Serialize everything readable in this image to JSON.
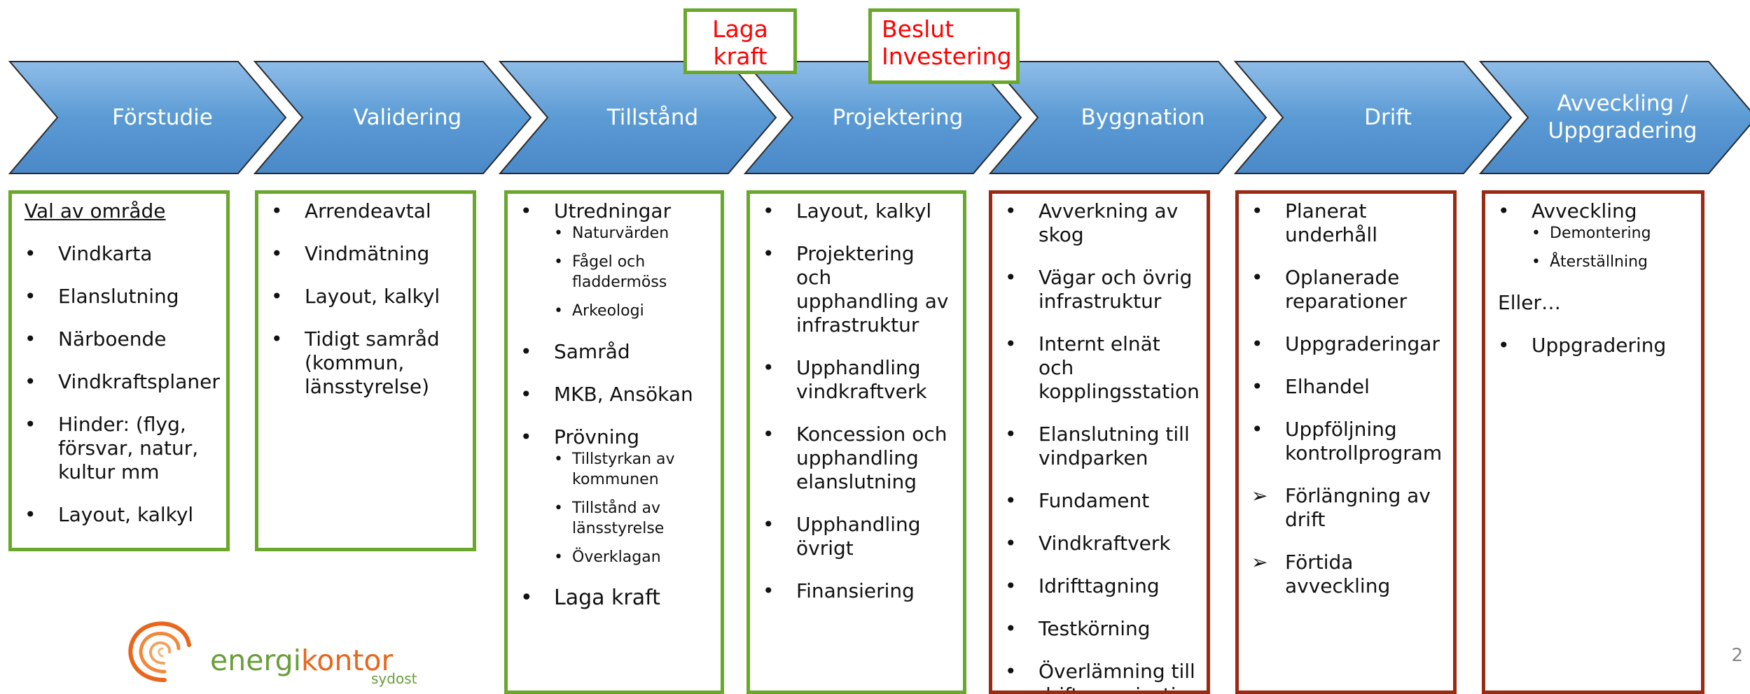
{
  "milestones": [
    {
      "line1": "Laga",
      "line2": "kraft"
    },
    {
      "line1": "Beslut",
      "line2": "Investering"
    }
  ],
  "stages": [
    {
      "label": "Förstudie"
    },
    {
      "label": "Validering"
    },
    {
      "label": "Tillstånd"
    },
    {
      "label": "Projektering"
    },
    {
      "label": "Byggnation"
    },
    {
      "label": "Drift"
    },
    {
      "label": "Avveckling / Uppgradering"
    }
  ],
  "columns": [
    {
      "heading": "Val av område",
      "items": [
        "Vindkarta",
        "Elanslutning",
        "Närboende",
        "Vindkraftsplaner",
        "Hinder: (flyg, försvar, natur, kultur mm",
        "Layout, kalkyl"
      ]
    },
    {
      "items": [
        "Arrendeavtal",
        "Vindmätning",
        "Layout, kalkyl",
        "Tidigt samråd (kommun, länsstyrelse)"
      ]
    },
    {
      "items": [
        {
          "text": "Utredningar",
          "sub": [
            "Naturvärden",
            "Fågel och fladdermöss",
            "Arkeologi"
          ]
        },
        {
          "text": "Samråd"
        },
        {
          "text": "MKB, Ansökan"
        },
        {
          "text": "Prövning",
          "sub": [
            "Tillstyrkan av kommunen",
            "Tillstånd av länsstyrelse",
            "Överklagan"
          ]
        },
        {
          "text": "Laga kraft"
        }
      ]
    },
    {
      "items": [
        "Layout, kalkyl",
        "Projektering och upphandling av infrastruktur",
        "Upphandling vindkraftverk",
        "Koncession och upphandling elanslutning",
        "Upphandling övrigt",
        "Finansiering"
      ]
    },
    {
      "items": [
        "Avverkning av skog",
        "Vägar och övrig infrastruktur",
        "Internt elnät och kopplingsstation",
        "Elanslutning till vindparken",
        "Fundament",
        "Vindkraftverk",
        "Idrifttagning",
        "Testkörning",
        "Överlämning till driftorganisation"
      ]
    },
    {
      "items": [
        {
          "text": "Planerat underhåll",
          "mark": "•"
        },
        {
          "text": "Oplanerade reparationer",
          "mark": "•"
        },
        {
          "text": "Uppgraderingar",
          "mark": "•"
        },
        {
          "text": "Elhandel",
          "mark": "•"
        },
        {
          "text": "Uppföljning kontrollprogram",
          "mark": "•"
        },
        {
          "text": "Förlängning av drift",
          "mark": "➢"
        },
        {
          "text": "Förtida avveckling",
          "mark": "➢"
        }
      ]
    },
    {
      "items": [
        {
          "text": "Avveckling",
          "sub": [
            "Demontering",
            "Återställning"
          ]
        }
      ],
      "or_text": "Eller…",
      "items2": [
        "Uppgradering"
      ]
    }
  ],
  "logo": {
    "part1": "energi",
    "part2": "kontor",
    "sub": "sydost"
  },
  "page_number": "2",
  "colors": {
    "chevron": "#5b9bd5",
    "green_border": "#6aa82c",
    "red_border": "#9b2a14",
    "milestone_text": "#ff0000"
  }
}
